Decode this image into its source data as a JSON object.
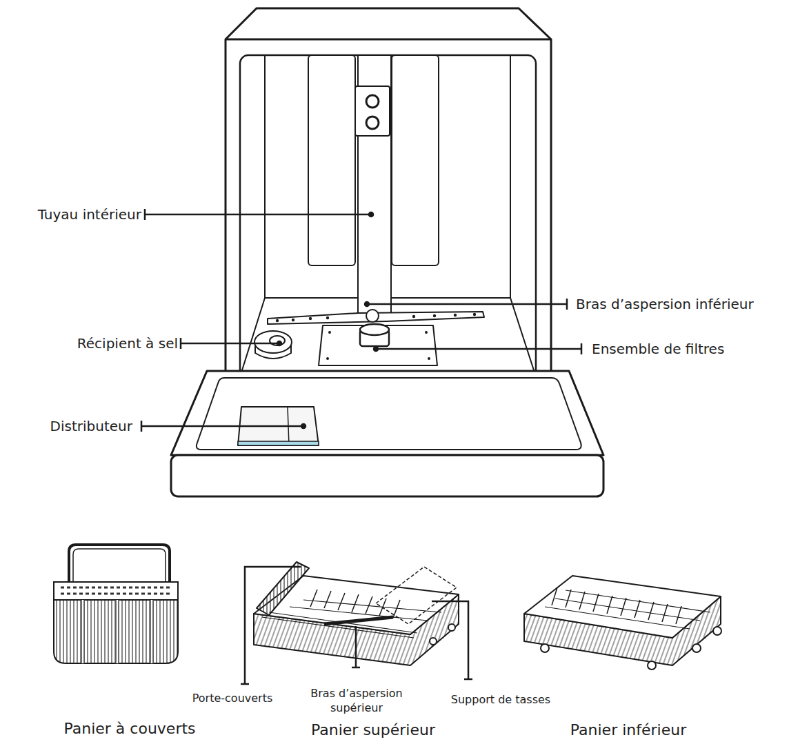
{
  "diagram": {
    "labels": [
      "Tuyau intérieur",
      "Bras d’aspersion inférieur",
      "Récipient à sel",
      "Ensemble de filtres",
      "Distributeur",
      "Porte-couverts",
      "Bras d’aspersion supérieur",
      "Support de tasses",
      "Panier à couverts",
      "Panier supérieur",
      "Panier inférieur"
    ]
  }
}
